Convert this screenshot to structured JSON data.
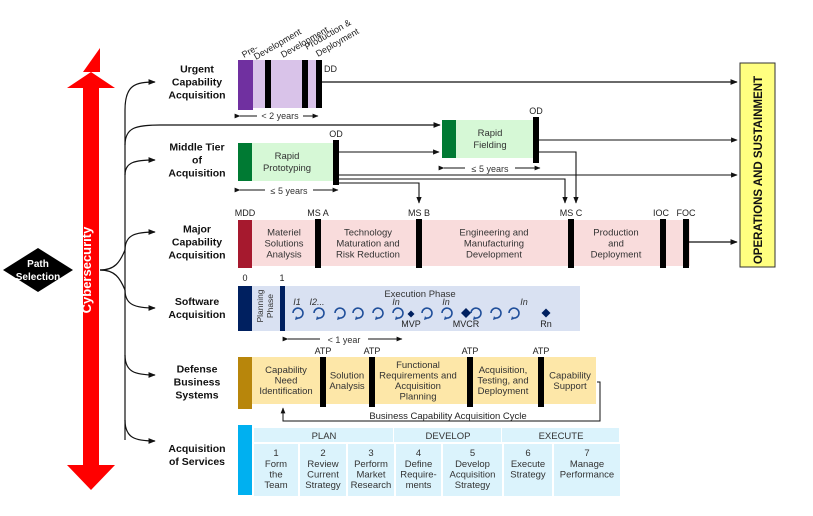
{
  "path_selection": {
    "label_line1": "Path",
    "label_line2": "Selection"
  },
  "cybersecurity": {
    "label": "Cybersecurity",
    "color": "#ff0000"
  },
  "operations": {
    "label": "OPERATIONS AND SUSTAINMENT",
    "color": "#ffff80"
  },
  "pathways": [
    {
      "id": "uca",
      "lines": [
        "Urgent",
        "Capability",
        "Acquisition"
      ]
    },
    {
      "id": "mta",
      "lines": [
        "Middle Tier",
        "of",
        "Acquisition"
      ]
    },
    {
      "id": "mca",
      "lines": [
        "Major",
        "Capability",
        "Acquisition"
      ]
    },
    {
      "id": "sw",
      "lines": [
        "Software",
        "Acquisition"
      ]
    },
    {
      "id": "dbs",
      "lines": [
        "Defense",
        "Business",
        "Systems"
      ]
    },
    {
      "id": "aos",
      "lines": [
        "Acquisition",
        "of Services"
      ]
    }
  ],
  "uca": {
    "phases": [
      "Pre-",
      "Development",
      "Development",
      "Production &",
      "Deployment"
    ],
    "milestone": "DD",
    "duration": "< 2 years",
    "colors": {
      "start": "#7030a0",
      "fill": "#d9c3e9"
    }
  },
  "mta": {
    "prototyping": {
      "lines": [
        "Rapid",
        "Prototyping"
      ],
      "milestone": "OD",
      "duration": "≤ 5 years"
    },
    "fielding": {
      "lines": [
        "Rapid",
        "Fielding"
      ],
      "milestone": "OD",
      "duration": "≤ 5 years"
    },
    "colors": {
      "start": "#007a33",
      "fill": "#d6f8d6"
    }
  },
  "mca": {
    "milestones": [
      "MDD",
      "MS A",
      "MS B",
      "MS C",
      "IOC",
      "FOC"
    ],
    "phases": [
      {
        "lines": [
          "Materiel",
          "Solutions",
          "Analysis"
        ]
      },
      {
        "lines": [
          "Technology",
          "Maturation and",
          "Risk Reduction"
        ]
      },
      {
        "lines": [
          "Engineering and",
          "Manufacturing",
          "Development"
        ]
      },
      {
        "lines": [
          "Production",
          "and",
          "Deployment"
        ]
      }
    ],
    "colors": {
      "start": "#a6192e",
      "fill": "#f9dcdc"
    }
  },
  "sw": {
    "marker0": "0",
    "marker1": "1",
    "planning": [
      "Planning",
      "Phase"
    ],
    "execution": "Execution Phase",
    "iter_labels": [
      "I1",
      "I2...",
      "In",
      "In",
      "In"
    ],
    "releases": [
      "MVP",
      "MVCR",
      "Rn"
    ],
    "duration": "< 1 year",
    "colors": {
      "start": "#002060",
      "fill": "#d9e1f2"
    }
  },
  "dbs": {
    "gate": "ATP",
    "phases": [
      {
        "lines": [
          "Capability",
          "Need",
          "Identification"
        ]
      },
      {
        "lines": [
          "Solution",
          "Analysis"
        ]
      },
      {
        "lines": [
          "Functional",
          "Requirements and",
          "Acquisition",
          "Planning"
        ]
      },
      {
        "lines": [
          "Acquisition,",
          "Testing, and",
          "Deployment"
        ]
      },
      {
        "lines": [
          "Capability",
          "Support"
        ]
      }
    ],
    "cycle": "Business Capability Acquisition Cycle",
    "colors": {
      "start": "#b8860b",
      "fill": "#fde7a8"
    }
  },
  "aos": {
    "groups": [
      "PLAN",
      "DEVELOP",
      "EXECUTE"
    ],
    "steps": [
      {
        "num": "1",
        "lines": [
          "Form",
          "the",
          "Team"
        ]
      },
      {
        "num": "2",
        "lines": [
          "Review",
          "Current",
          "Strategy"
        ]
      },
      {
        "num": "3",
        "lines": [
          "Perform",
          "Market",
          "Research"
        ]
      },
      {
        "num": "4",
        "lines": [
          "Define",
          "Require-",
          "ments"
        ]
      },
      {
        "num": "5",
        "lines": [
          "Develop",
          "Acquisition",
          "Strategy"
        ]
      },
      {
        "num": "6",
        "lines": [
          "Execute",
          "Strategy"
        ]
      },
      {
        "num": "7",
        "lines": [
          "Manage",
          "Performance"
        ]
      }
    ],
    "colors": {
      "start": "#00b0f0",
      "fill": "#dbf3fc"
    }
  }
}
